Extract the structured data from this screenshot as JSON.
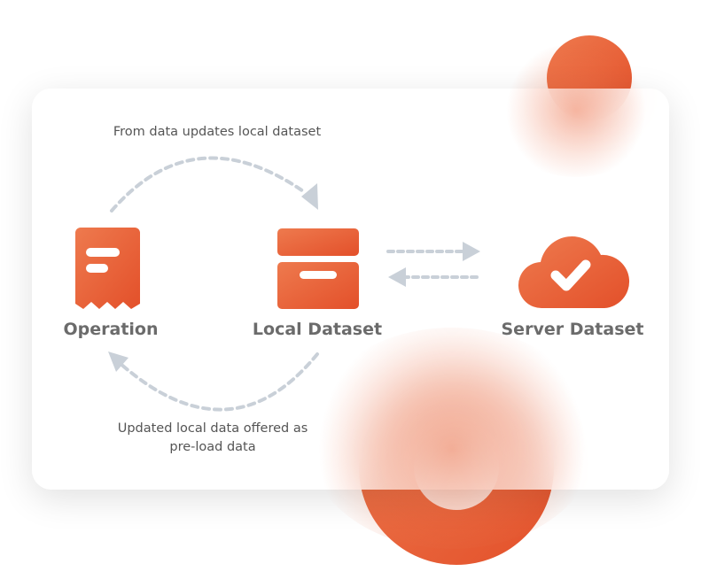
{
  "top_caption": "From data updates local dataset",
  "bottom_caption_line1": "Updated local data offered as",
  "bottom_caption_line2": "pre-load data",
  "nodes": [
    {
      "label": "Operation",
      "icon": "receipt-icon"
    },
    {
      "label": "Local Dataset",
      "icon": "archive-box-icon"
    },
    {
      "label": "Server Dataset",
      "icon": "cloud-check-icon"
    }
  ],
  "colors": {
    "accent": "#E8572E",
    "accent_light": "#EE7A4E",
    "arrow": "#C9D0D8",
    "text": "#6B6B6B"
  }
}
